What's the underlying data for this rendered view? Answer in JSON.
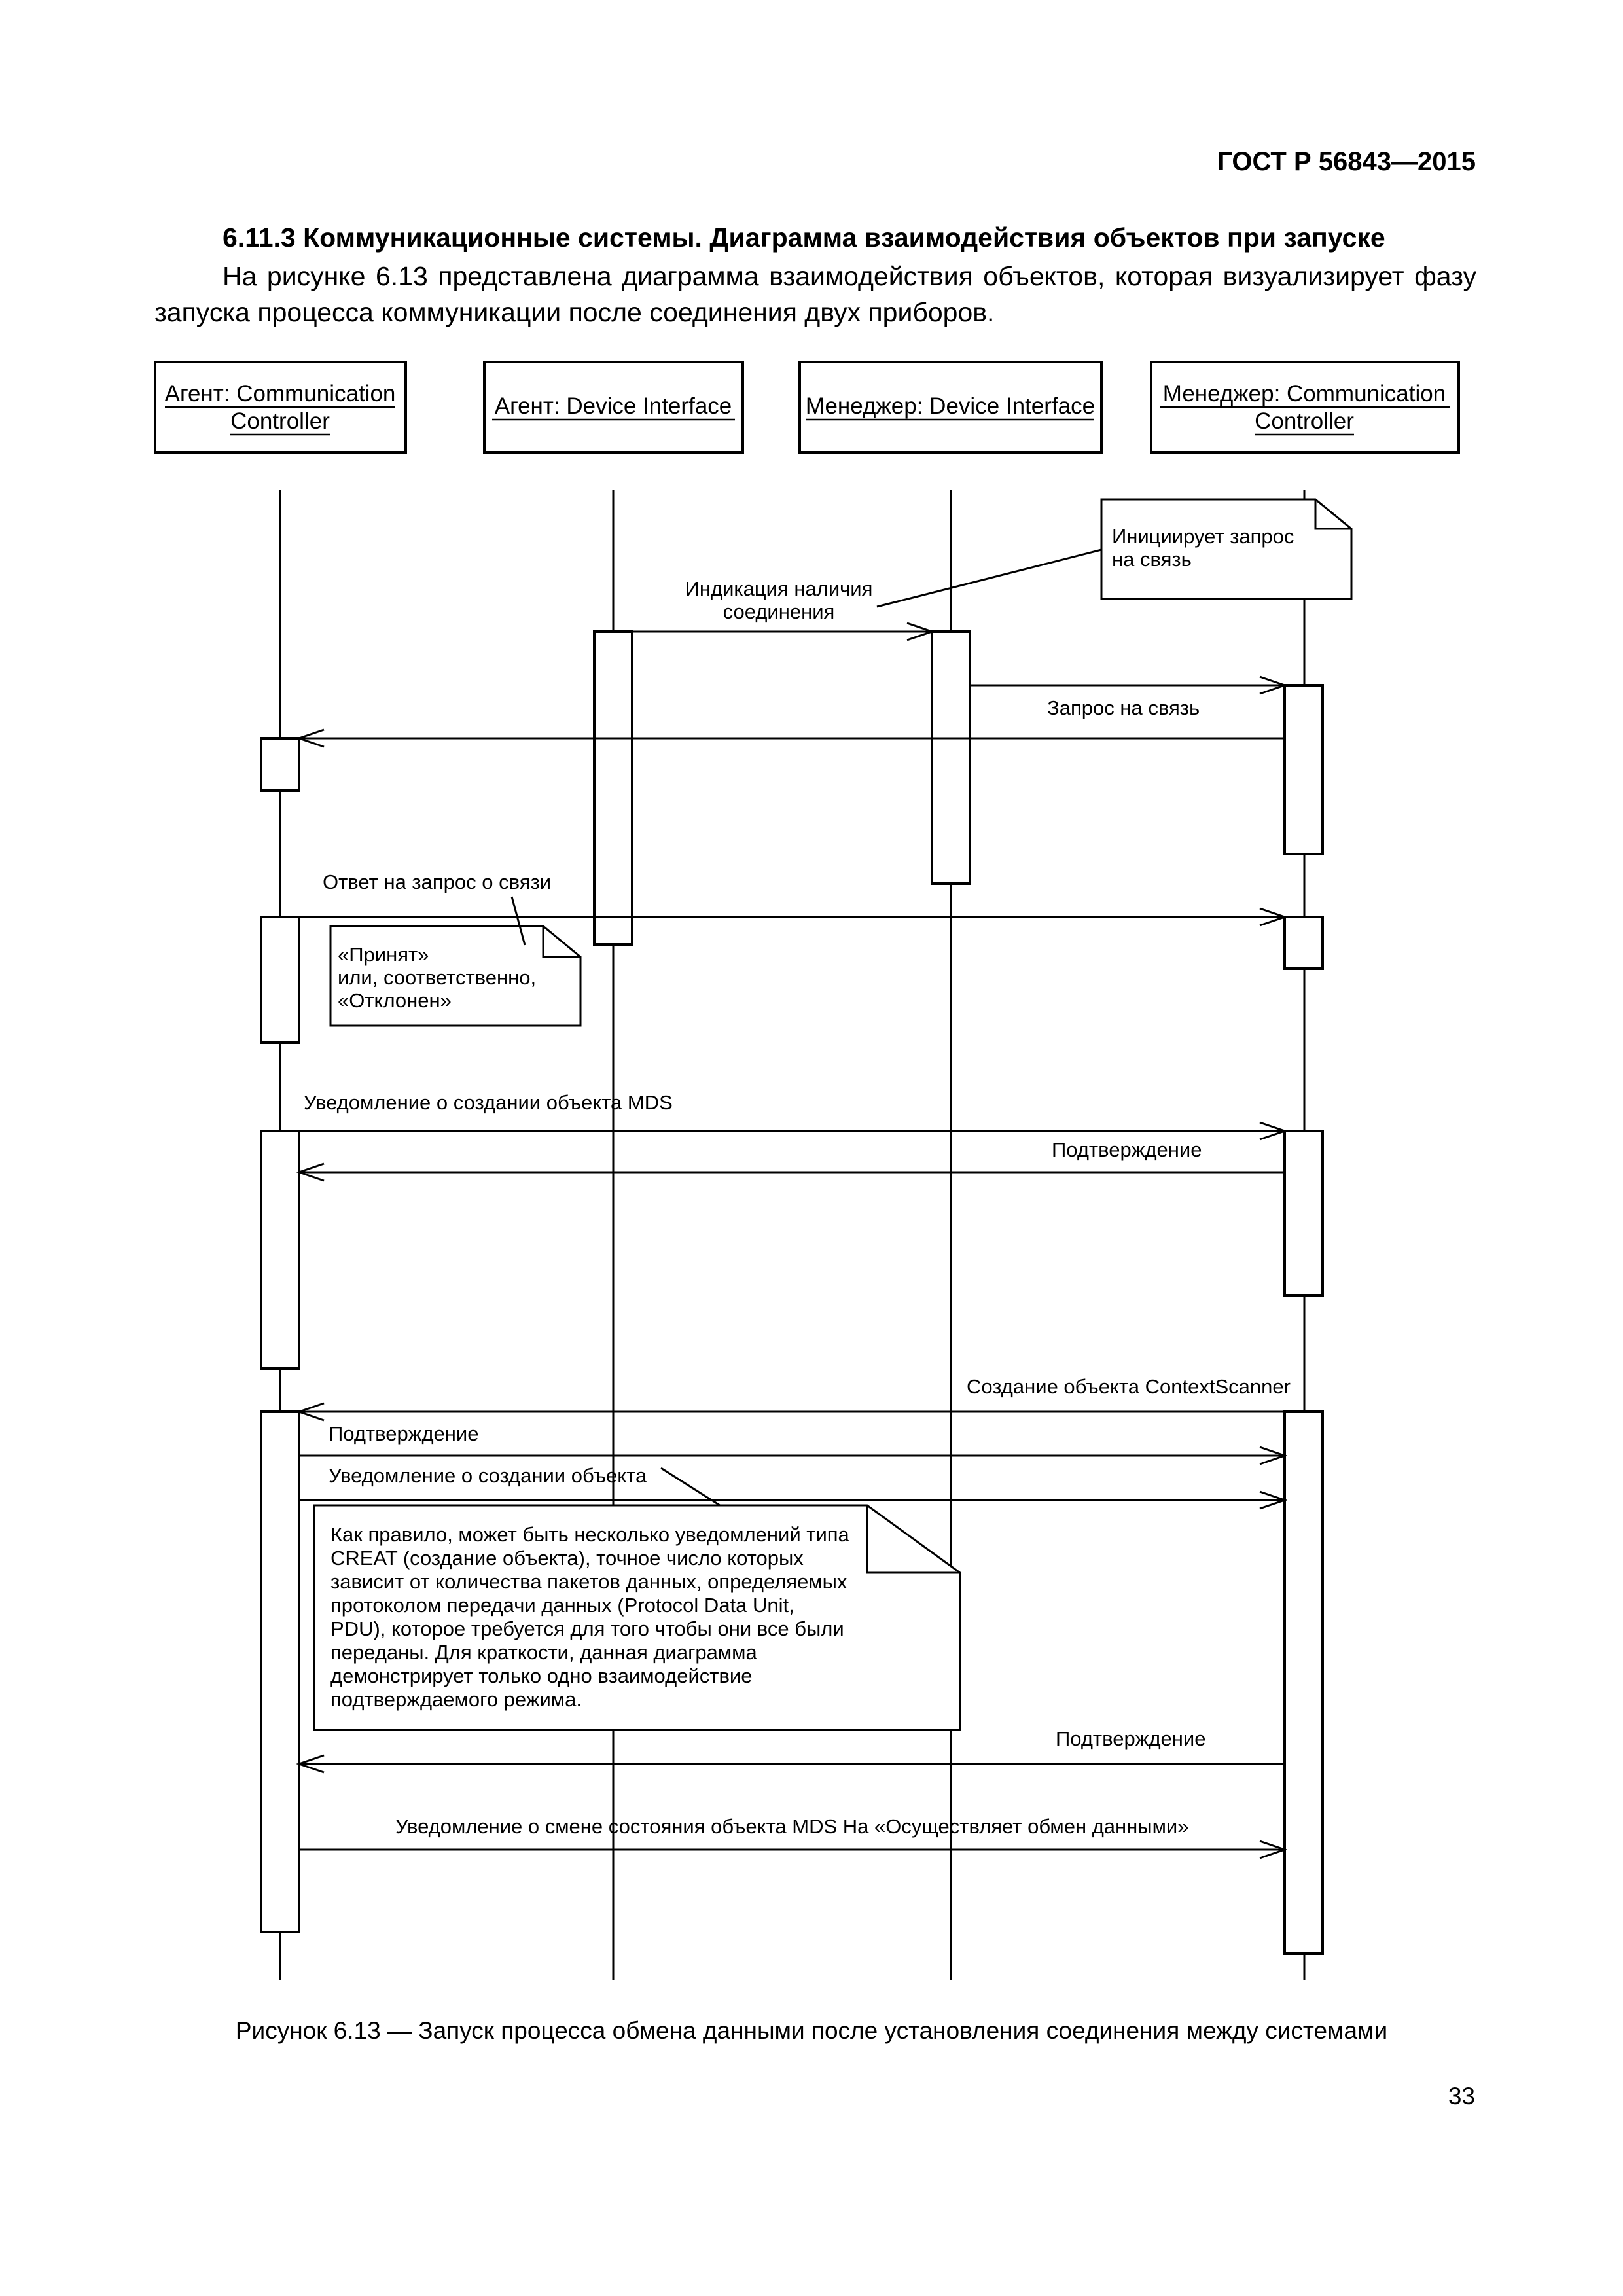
{
  "header": {
    "standard": "ГОСТ Р 56843—2015"
  },
  "section": {
    "heading": "6.11.3 Коммуникационные системы. Диаграмма взаимодействия объектов при запуске",
    "intro": "На рисунке 6.13 представлена диаграмма взаимодействия объектов, которая визуализирует фазу запуска процесса коммуникации после соединения двух приборов."
  },
  "diagram": {
    "lifelines": [
      {
        "line1": "Агент: Communication",
        "line2": "Controller"
      },
      {
        "line1": "Агент: Device Interface",
        "line2": ""
      },
      {
        "line1": "Менеджер: Device Interface",
        "line2": ""
      },
      {
        "line1": "Менеджер: Communication",
        "line2": "Controller"
      }
    ],
    "messages": [
      {
        "label_lines": [
          "Индикация наличия",
          "соединения"
        ]
      },
      {
        "label_lines": [
          "Запрос на связь"
        ]
      },
      {
        "label_lines": []
      },
      {
        "label_lines": [
          "Ответ на запрос о связи"
        ]
      },
      {
        "label_lines": [
          "Уведомление о создании объекта MDS"
        ]
      },
      {
        "label_lines": [
          "Подтверждение"
        ]
      },
      {
        "label_lines": [
          "Создание объекта ContextScanner"
        ]
      },
      {
        "label_lines": [
          "Подтверждение"
        ]
      },
      {
        "label_lines": [
          "Уведомление о создании объекта"
        ]
      },
      {
        "label_lines": [
          "Подтверждение"
        ]
      },
      {
        "label_lines": [
          "Уведомление о смене состояния объекта MDS На «Осуществляет обмен данными»"
        ]
      }
    ],
    "notes": [
      {
        "lines": [
          "Инициирует запрос",
          "на связь"
        ]
      },
      {
        "lines": [
          "«Принят»",
          "или, соответственно,",
          "«Отклонен»"
        ]
      },
      {
        "lines": [
          "Как правило, может быть несколько уведомлений типа",
          "CREAT (создание объекта), точное число которых",
          "зависит от количества пакетов данных, определяемых",
          "протоколом передачи данных (Protocol Data Unit,",
          "PDU), которое требуется для того чтобы они все были",
          "переданы. Для краткости, данная диаграмма",
          "демонстрирует только одно взаимодействие",
          "подтверждаемого режима."
        ]
      }
    ]
  },
  "figure": {
    "caption": "Рисунок 6.13 — Запуск процесса обмена данными после установления соединения между системами"
  },
  "page": {
    "number": "33"
  }
}
